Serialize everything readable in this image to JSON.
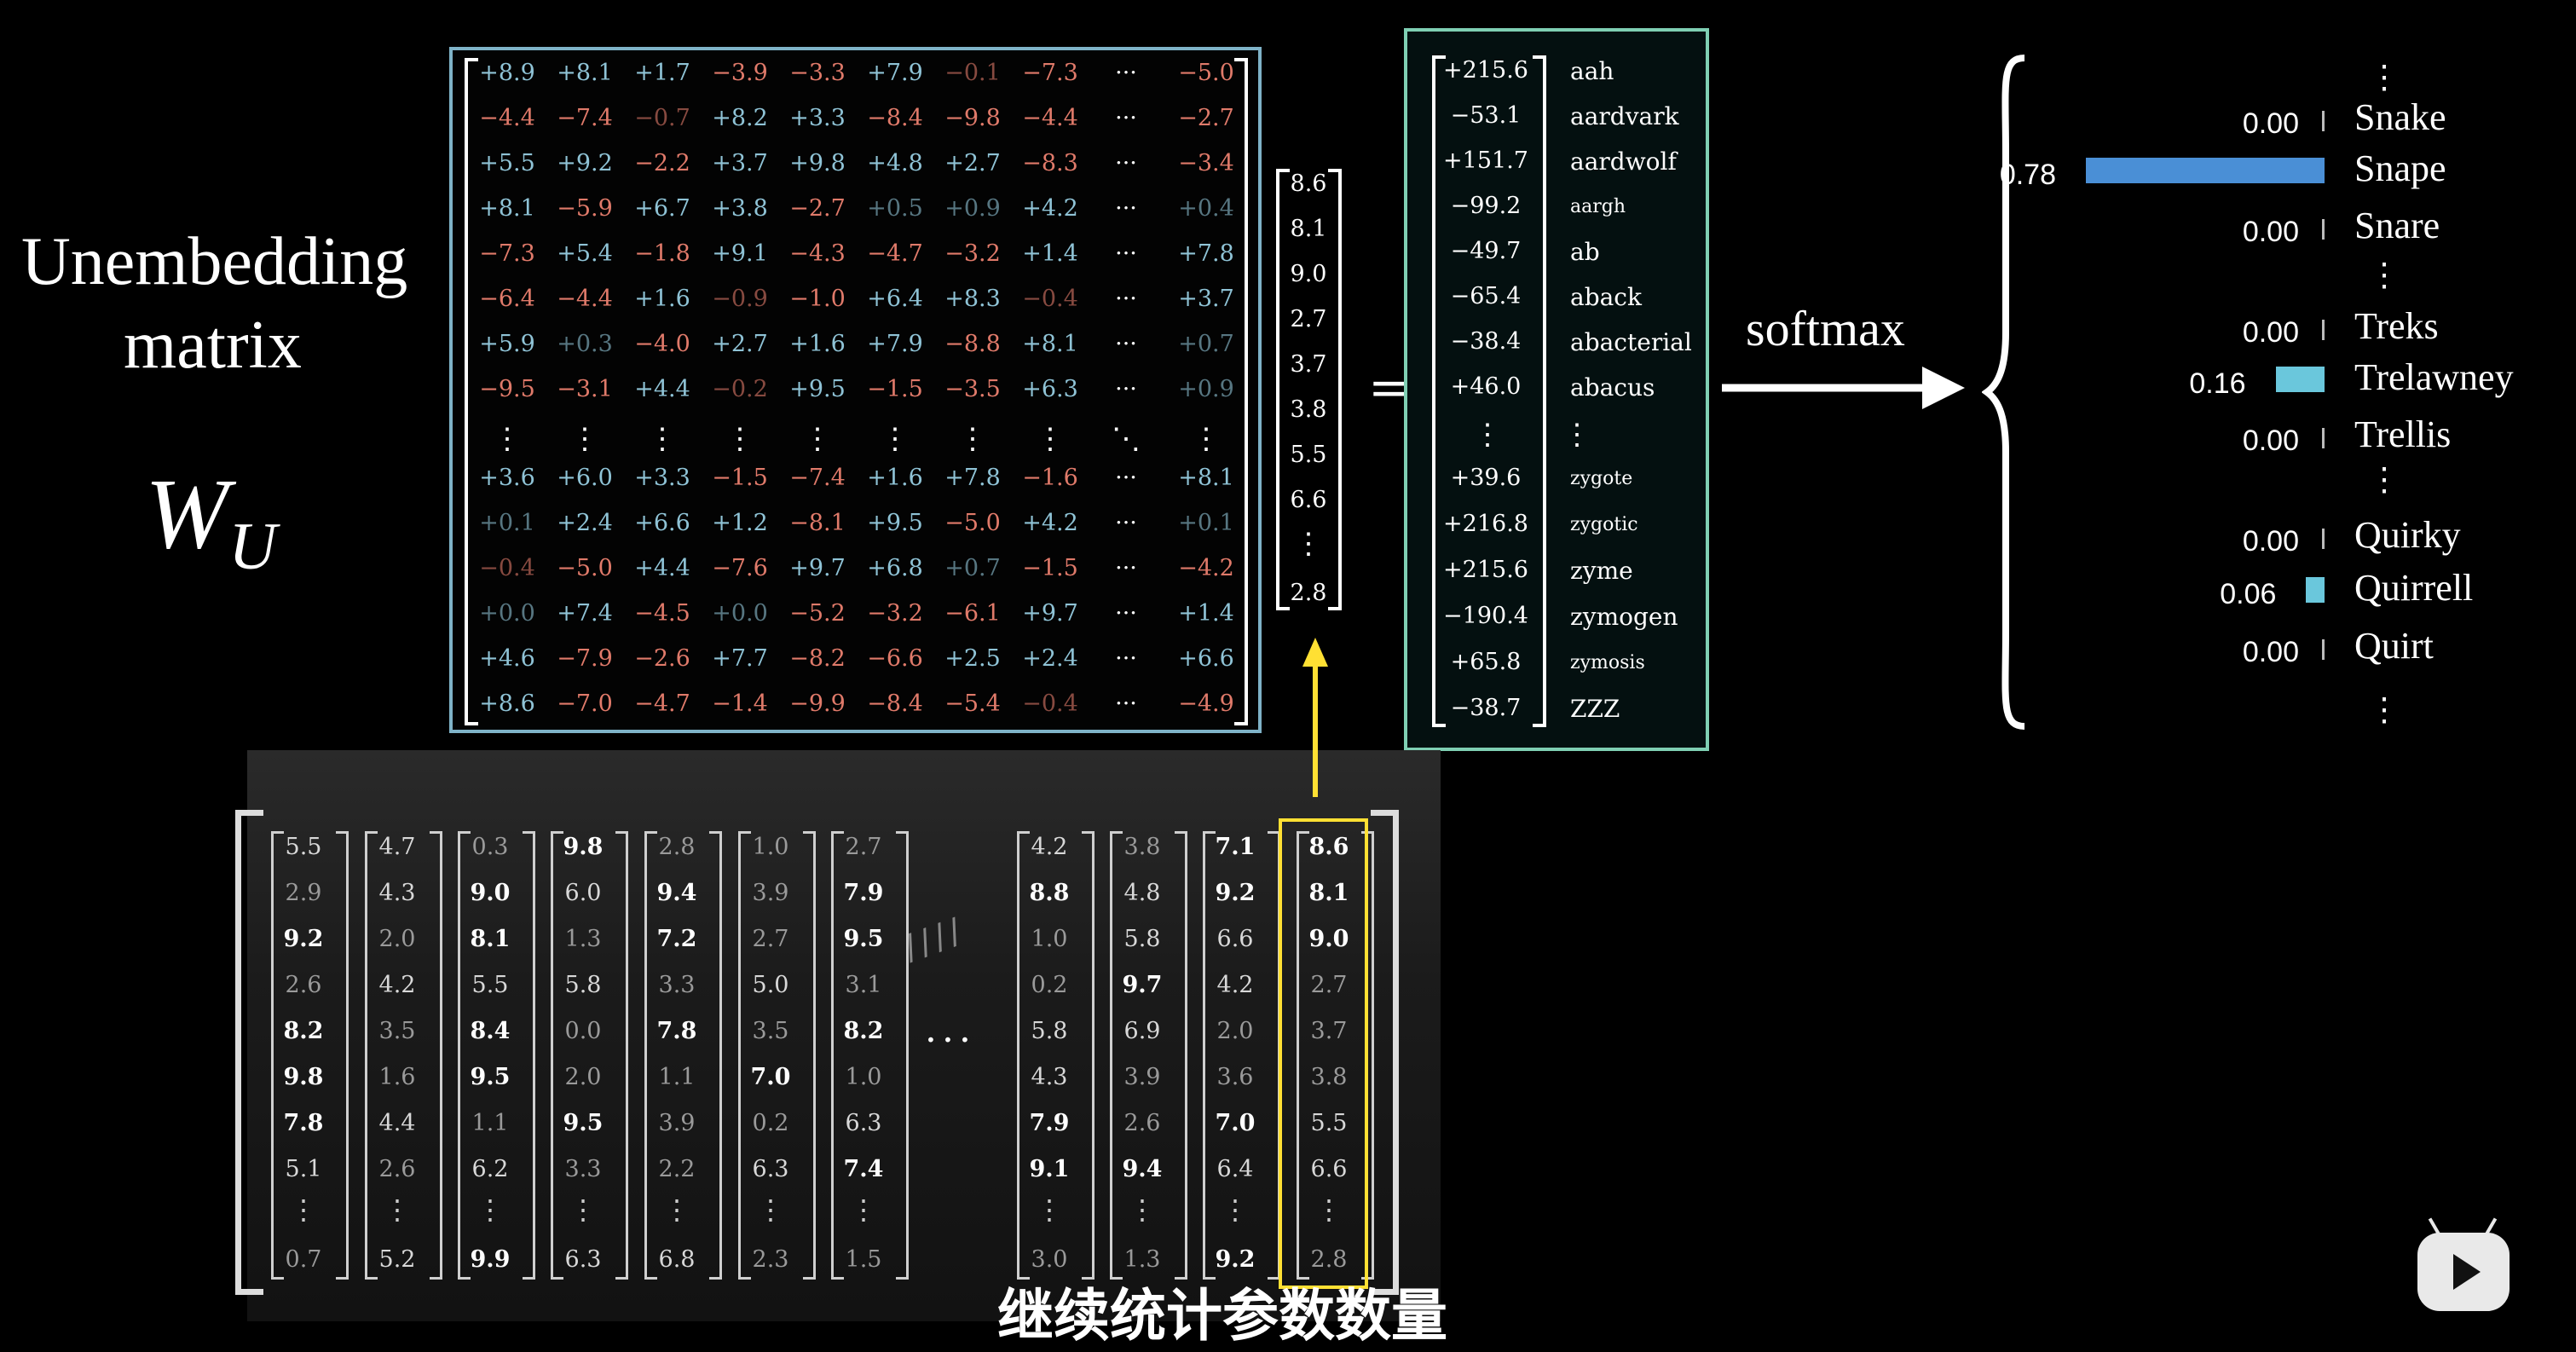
{
  "title_line1": "Unembedding",
  "title_line2": "matrix",
  "symbol_main": "W",
  "symbol_sub": "U",
  "matrix_rows": [
    [
      "+8.9",
      "+8.1",
      "+1.7",
      "−3.9",
      "−3.3",
      "+7.9",
      "−0.1",
      "−7.3",
      "−5.0"
    ],
    [
      "−4.4",
      "−7.4",
      "−0.7",
      "+8.2",
      "+3.3",
      "−8.4",
      "−9.8",
      "−4.4",
      "−2.7"
    ],
    [
      "+5.5",
      "+9.2",
      "−2.2",
      "+3.7",
      "+9.8",
      "+4.8",
      "+2.7",
      "−8.3",
      "−3.4"
    ],
    [
      "+8.1",
      "−5.9",
      "+6.7",
      "+3.8",
      "−2.7",
      "+0.5",
      "+0.9",
      "+4.2",
      "+0.4"
    ],
    [
      "−7.3",
      "+5.4",
      "−1.8",
      "+9.1",
      "−4.3",
      "−4.7",
      "−3.2",
      "+1.4",
      "+7.8"
    ],
    [
      "−6.4",
      "−4.4",
      "+1.6",
      "−0.9",
      "−1.0",
      "+6.4",
      "+8.3",
      "−0.4",
      "+3.7"
    ],
    [
      "+5.9",
      "+0.3",
      "−4.0",
      "+2.7",
      "+1.6",
      "+7.9",
      "−8.8",
      "+8.1",
      "+0.7"
    ],
    [
      "−9.5",
      "−3.1",
      "+4.4",
      "−0.2",
      "+9.5",
      "−1.5",
      "−3.5",
      "+6.3",
      "+0.9"
    ],
    [
      "+3.6",
      "+6.0",
      "+3.3",
      "−1.5",
      "−7.4",
      "+1.6",
      "+7.8",
      "−1.6",
      "+8.1"
    ],
    [
      "+0.1",
      "+2.4",
      "+6.6",
      "+1.2",
      "−8.1",
      "+9.5",
      "−5.0",
      "+4.2",
      "+0.1"
    ],
    [
      "−0.4",
      "−5.0",
      "+4.4",
      "−7.6",
      "+9.7",
      "+6.8",
      "+0.7",
      "−1.5",
      "−4.2"
    ],
    [
      "+0.0",
      "+7.4",
      "−4.5",
      "+0.0",
      "−5.2",
      "−3.2",
      "−6.1",
      "+9.7",
      "+1.4"
    ],
    [
      "+4.6",
      "−7.9",
      "−2.6",
      "+7.7",
      "−8.2",
      "−6.6",
      "+2.5",
      "+2.4",
      "+6.6"
    ],
    [
      "+8.6",
      "−7.0",
      "−4.7",
      "−1.4",
      "−9.9",
      "−8.4",
      "−5.4",
      "−0.4",
      "−4.9"
    ]
  ],
  "ellipsis_h": "···",
  "ellipsis_v": "⋮",
  "ellipsis_diag": "⋱",
  "vector": [
    "8.6",
    "8.1",
    "9.0",
    "2.7",
    "3.7",
    "3.8",
    "5.5",
    "6.6",
    "2.8"
  ],
  "equals": "=",
  "logits": [
    {
      "value": "+215.6",
      "word": "aah"
    },
    {
      "value": "−53.1",
      "word": "aardvark"
    },
    {
      "value": "+151.7",
      "word": "aardwolf"
    },
    {
      "value": "−99.2",
      "word": "aargh"
    },
    {
      "value": "−49.7",
      "word": "ab"
    },
    {
      "value": "−65.4",
      "word": "aback"
    },
    {
      "value": "−38.4",
      "word": "abacterial"
    },
    {
      "value": "+46.0",
      "word": "abacus"
    },
    {
      "value": "+39.6",
      "word": "zygote"
    },
    {
      "value": "+216.8",
      "word": "zygotic"
    },
    {
      "value": "+215.6",
      "word": "zyme"
    },
    {
      "value": "−190.4",
      "word": "zymogen"
    },
    {
      "value": "+65.8",
      "word": "zymosis"
    },
    {
      "value": "−38.7",
      "word": "ZZZ"
    }
  ],
  "softmax_label": "softmax",
  "probs": [
    {
      "p": "0.00",
      "word": "Snake",
      "frac": 0.0
    },
    {
      "p": "0.78",
      "word": "Snape",
      "frac": 0.78
    },
    {
      "p": "0.00",
      "word": "Snare",
      "frac": 0.0
    },
    {
      "p": "0.00",
      "word": "Treks",
      "frac": 0.0
    },
    {
      "p": "0.16",
      "word": "Trelawney",
      "frac": 0.16
    },
    {
      "p": "0.00",
      "word": "Trellis",
      "frac": 0.0
    },
    {
      "p": "0.00",
      "word": "Quirky",
      "frac": 0.0
    },
    {
      "p": "0.06",
      "word": "Quirrell",
      "frac": 0.06
    },
    {
      "p": "0.00",
      "word": "Quirt",
      "frac": 0.0
    }
  ],
  "bottom_columns": [
    [
      "5.5",
      "2.9",
      "9.2",
      "2.6",
      "8.2",
      "9.8",
      "7.8",
      "5.1",
      "0.7"
    ],
    [
      "4.7",
      "4.3",
      "2.0",
      "4.2",
      "3.5",
      "1.6",
      "4.4",
      "2.6",
      "5.2"
    ],
    [
      "0.3",
      "9.0",
      "8.1",
      "5.5",
      "8.4",
      "9.5",
      "1.1",
      "6.2",
      "9.9"
    ],
    [
      "9.8",
      "6.0",
      "1.3",
      "5.8",
      "0.0",
      "2.0",
      "9.5",
      "3.3",
      "6.3"
    ],
    [
      "2.8",
      "9.4",
      "7.2",
      "3.3",
      "7.8",
      "1.1",
      "3.9",
      "2.2",
      "6.8"
    ],
    [
      "1.0",
      "3.9",
      "2.7",
      "5.0",
      "3.5",
      "7.0",
      "0.2",
      "6.3",
      "2.3"
    ],
    [
      "2.7",
      "7.9",
      "9.5",
      "3.1",
      "8.2",
      "1.0",
      "6.3",
      "7.4",
      "1.5"
    ],
    [
      "4.2",
      "8.8",
      "1.0",
      "0.2",
      "5.8",
      "4.3",
      "7.9",
      "9.1",
      "3.0"
    ],
    [
      "3.8",
      "4.8",
      "5.8",
      "9.7",
      "6.9",
      "3.9",
      "2.6",
      "9.4",
      "1.3"
    ],
    [
      "7.1",
      "9.2",
      "6.6",
      "4.2",
      "2.0",
      "3.6",
      "7.0",
      "6.4",
      "9.2"
    ],
    [
      "8.6",
      "8.1",
      "9.0",
      "2.7",
      "3.7",
      "3.8",
      "5.5",
      "6.6",
      "2.8"
    ]
  ],
  "bottom_ellipsis": "···",
  "subtitle": "继续统计参数数量",
  "colors": {
    "positive": "#8fc3d6",
    "negative": "#e07a6a",
    "matrix_border": "#7fb3c8",
    "logit_border": "#7fcfb3",
    "highlight": "#ffe033",
    "bar_snape": "#4a8fd6",
    "bar_other": "#6ac7dc"
  },
  "icons": {
    "play": "play-logo-icon"
  }
}
